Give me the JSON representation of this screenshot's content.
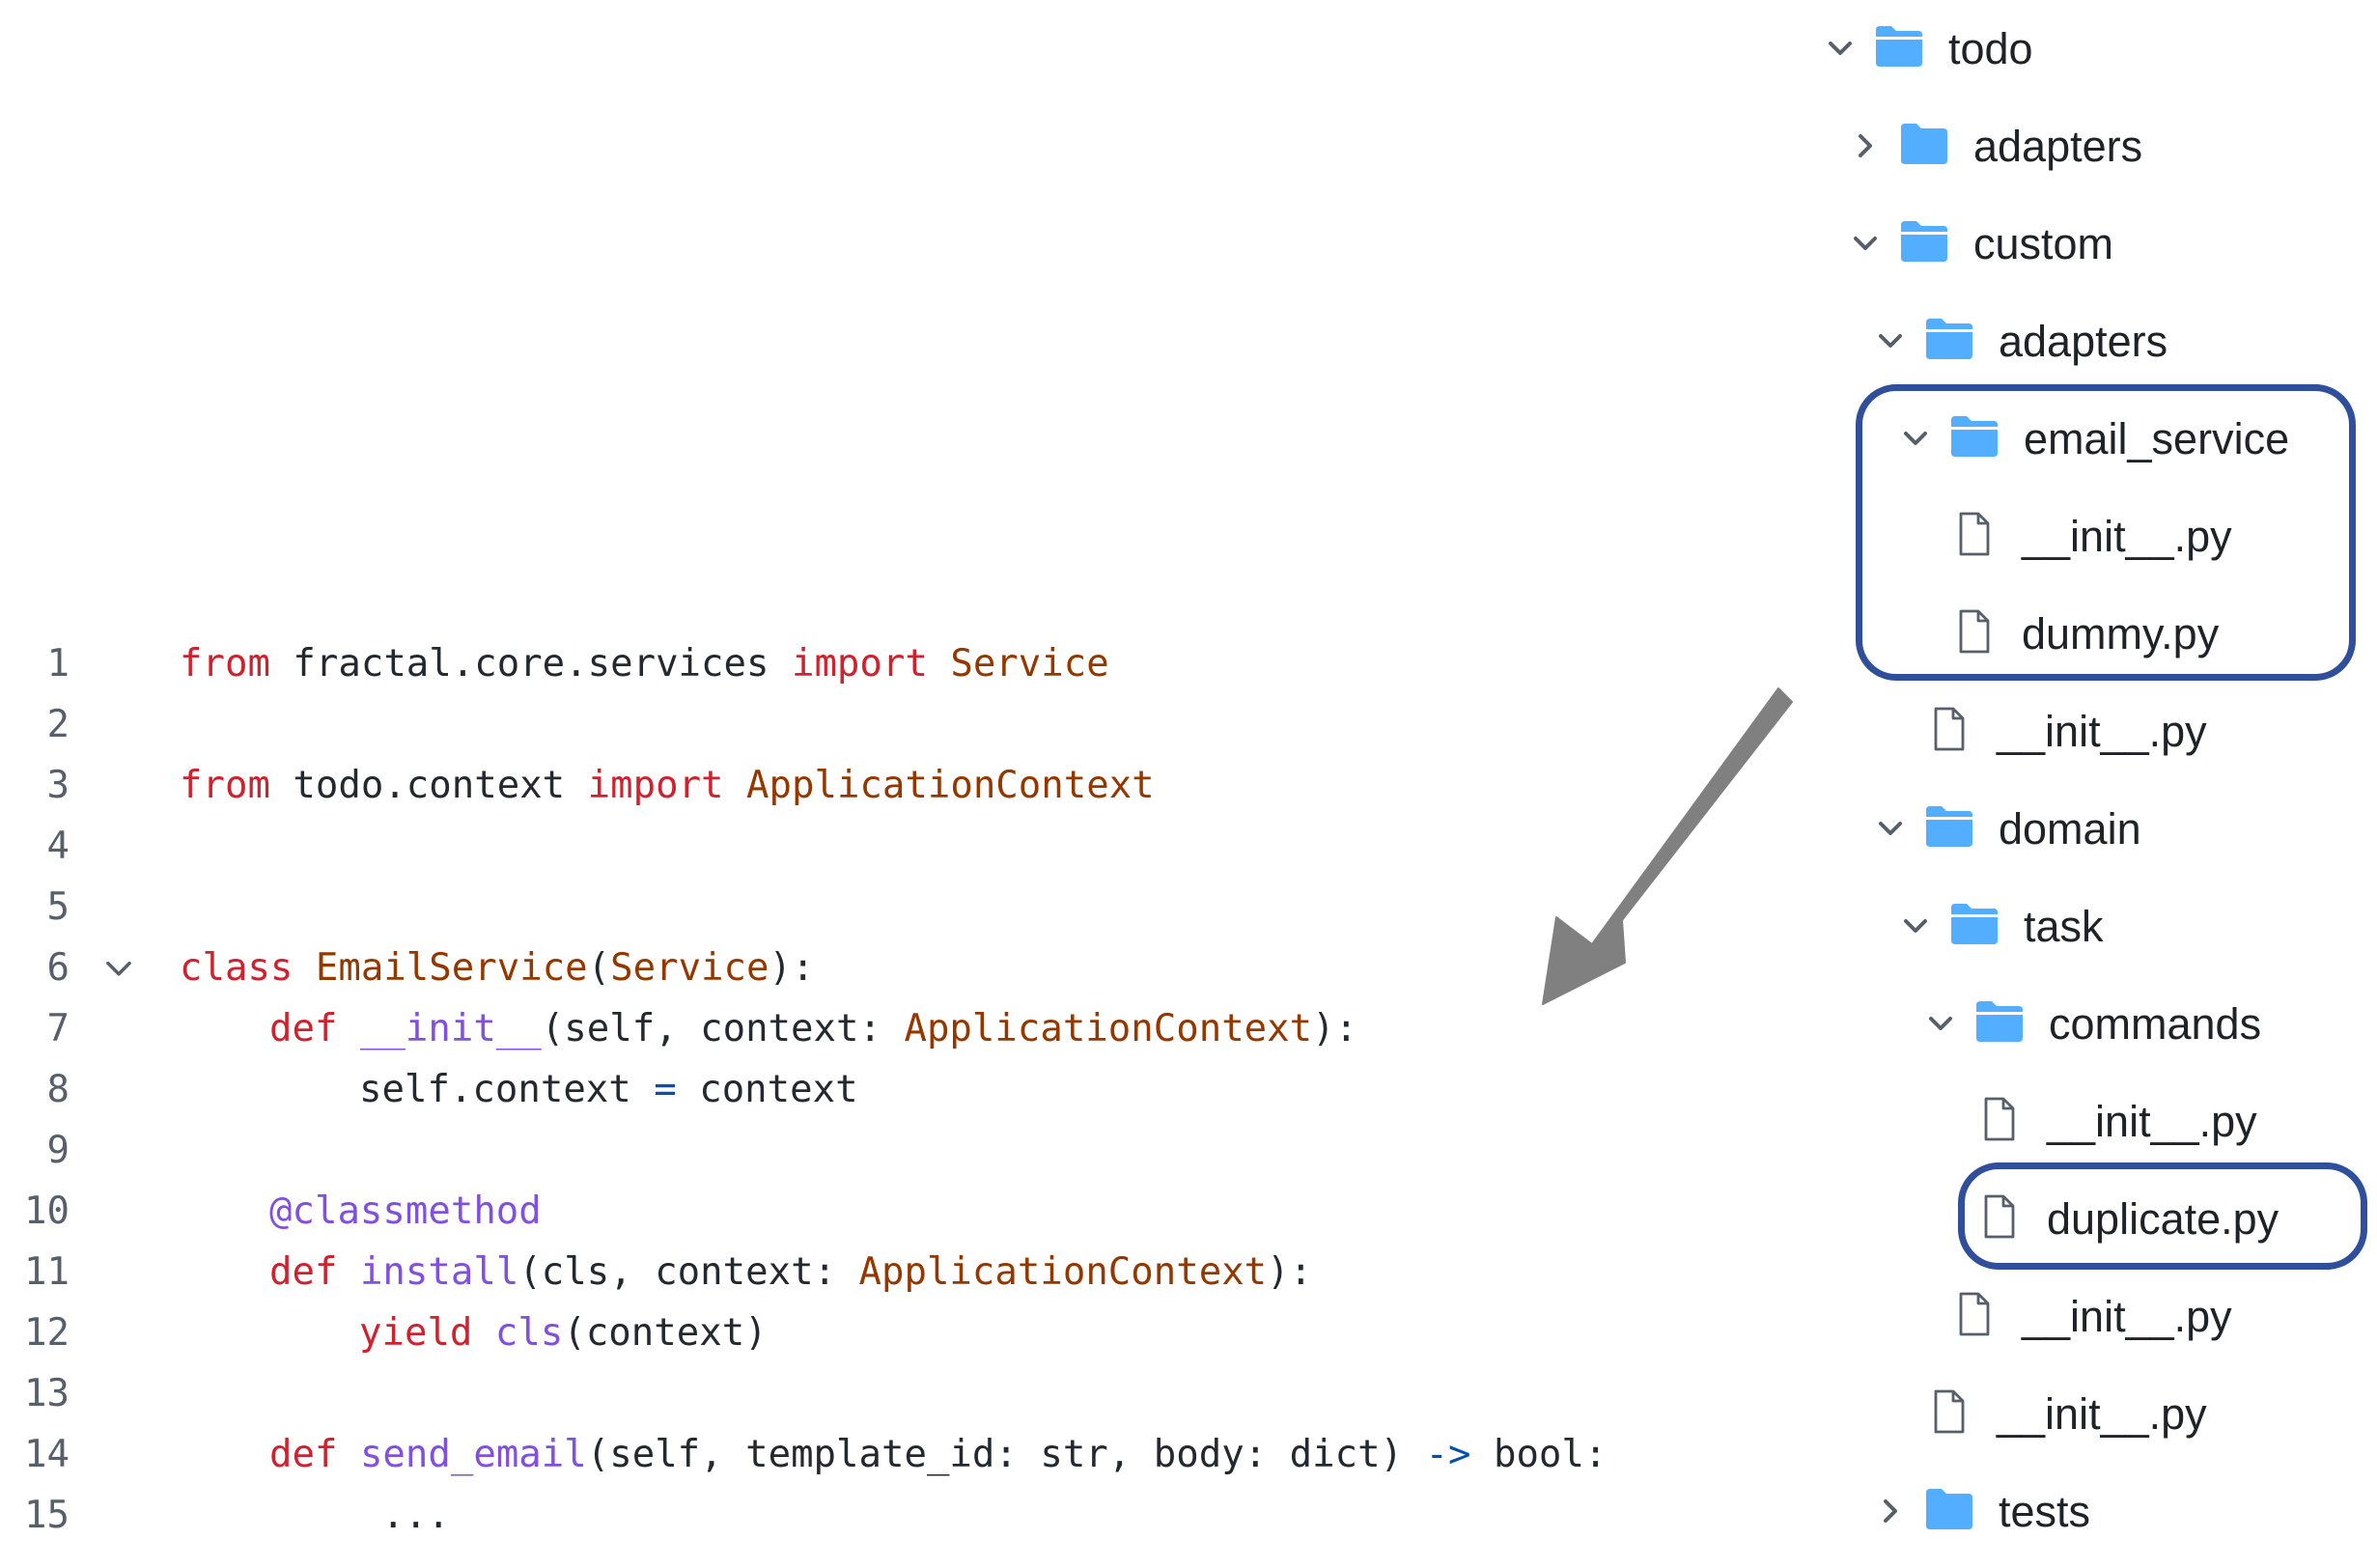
{
  "code": {
    "lines": [
      {
        "number": "1",
        "tokens": [
          {
            "t": "from",
            "c": "kw"
          },
          {
            "t": " fractal.core.services ",
            "c": "text"
          },
          {
            "t": "import",
            "c": "kw"
          },
          {
            "t": " Service",
            "c": "cls"
          }
        ]
      },
      {
        "number": "2",
        "tokens": []
      },
      {
        "number": "3",
        "tokens": [
          {
            "t": "from",
            "c": "kw"
          },
          {
            "t": " todo.context ",
            "c": "text"
          },
          {
            "t": "import",
            "c": "kw"
          },
          {
            "t": " ApplicationContext",
            "c": "cls"
          }
        ]
      },
      {
        "number": "4",
        "tokens": []
      },
      {
        "number": "5",
        "tokens": []
      },
      {
        "number": "6",
        "fold": true,
        "tokens": [
          {
            "t": "class",
            "c": "kw"
          },
          {
            "t": " ",
            "c": "text"
          },
          {
            "t": "EmailService",
            "c": "cls"
          },
          {
            "t": "(",
            "c": "text"
          },
          {
            "t": "Service",
            "c": "cls"
          },
          {
            "t": "):",
            "c": "text"
          }
        ]
      },
      {
        "number": "7",
        "indent": 1,
        "tokens": [
          {
            "t": "def",
            "c": "kw"
          },
          {
            "t": " ",
            "c": "text"
          },
          {
            "t": "__init__",
            "c": "fn"
          },
          {
            "t": "(self, context: ",
            "c": "text"
          },
          {
            "t": "ApplicationContext",
            "c": "cls"
          },
          {
            "t": "):",
            "c": "text"
          }
        ]
      },
      {
        "number": "8",
        "indent": 2,
        "tokens": [
          {
            "t": "self.context ",
            "c": "text"
          },
          {
            "t": "=",
            "c": "op"
          },
          {
            "t": " context",
            "c": "text"
          }
        ]
      },
      {
        "number": "9",
        "tokens": []
      },
      {
        "number": "10",
        "indent": 1,
        "tokens": [
          {
            "t": "@classmethod",
            "c": "fn"
          }
        ]
      },
      {
        "number": "11",
        "indent": 1,
        "tokens": [
          {
            "t": "def",
            "c": "kw"
          },
          {
            "t": " ",
            "c": "text"
          },
          {
            "t": "install",
            "c": "fn"
          },
          {
            "t": "(cls, context: ",
            "c": "text"
          },
          {
            "t": "ApplicationContext",
            "c": "cls"
          },
          {
            "t": "):",
            "c": "text"
          }
        ]
      },
      {
        "number": "12",
        "indent": 2,
        "tokens": [
          {
            "t": "yield",
            "c": "kw"
          },
          {
            "t": " ",
            "c": "text"
          },
          {
            "t": "cls",
            "c": "fn"
          },
          {
            "t": "(context)",
            "c": "text"
          }
        ]
      },
      {
        "number": "13",
        "tokens": []
      },
      {
        "number": "14",
        "indent": 1,
        "tokens": [
          {
            "t": "def",
            "c": "kw"
          },
          {
            "t": " ",
            "c": "text"
          },
          {
            "t": "send_email",
            "c": "fn"
          },
          {
            "t": "(self, template_id: str, body: dict) ",
            "c": "text"
          },
          {
            "t": "->",
            "c": "op"
          },
          {
            "t": " bool:",
            "c": "text"
          }
        ]
      },
      {
        "number": "15",
        "indent": 2,
        "tokens": [
          {
            "t": " ...",
            "c": "text"
          }
        ]
      }
    ]
  },
  "file_tree": {
    "items": [
      {
        "label": "todo",
        "type": "folder",
        "depth": 0,
        "expanded": true
      },
      {
        "label": "adapters",
        "type": "folder",
        "depth": 1,
        "expanded": false
      },
      {
        "label": "custom",
        "type": "folder",
        "depth": 1,
        "expanded": true
      },
      {
        "label": "adapters",
        "type": "folder",
        "depth": 2,
        "expanded": true
      },
      {
        "label": "email_service",
        "type": "folder",
        "depth": 3,
        "expanded": true
      },
      {
        "label": "__init__.py",
        "type": "file",
        "depth": 4
      },
      {
        "label": "dummy.py",
        "type": "file",
        "depth": 4
      },
      {
        "label": "__init__.py",
        "type": "file",
        "depth": 3
      },
      {
        "label": "domain",
        "type": "folder",
        "depth": 2,
        "expanded": true
      },
      {
        "label": "task",
        "type": "folder",
        "depth": 3,
        "expanded": true
      },
      {
        "label": "commands",
        "type": "folder",
        "depth": 4,
        "expanded": true
      },
      {
        "label": "__init__.py",
        "type": "file",
        "depth": 5
      },
      {
        "label": "duplicate.py",
        "type": "file",
        "depth": 5
      },
      {
        "label": "__init__.py",
        "type": "file",
        "depth": 4
      },
      {
        "label": "__init__.py",
        "type": "file",
        "depth": 3
      },
      {
        "label": "tests",
        "type": "folder",
        "depth": 2,
        "expanded": false
      }
    ]
  },
  "colors": {
    "keyword": "#cf222e",
    "class_name": "#953800",
    "function": "#8250df",
    "operator": "#0550ae",
    "text": "#24292f",
    "line_number": "#57606a",
    "folder": "#54aeff",
    "highlight_border": "#2f4f9c",
    "arrow": "#808080"
  },
  "icons": {
    "folder": "folder-icon",
    "file": "file-icon",
    "expanded": "chevron-down-icon",
    "collapsed": "chevron-right-icon"
  }
}
